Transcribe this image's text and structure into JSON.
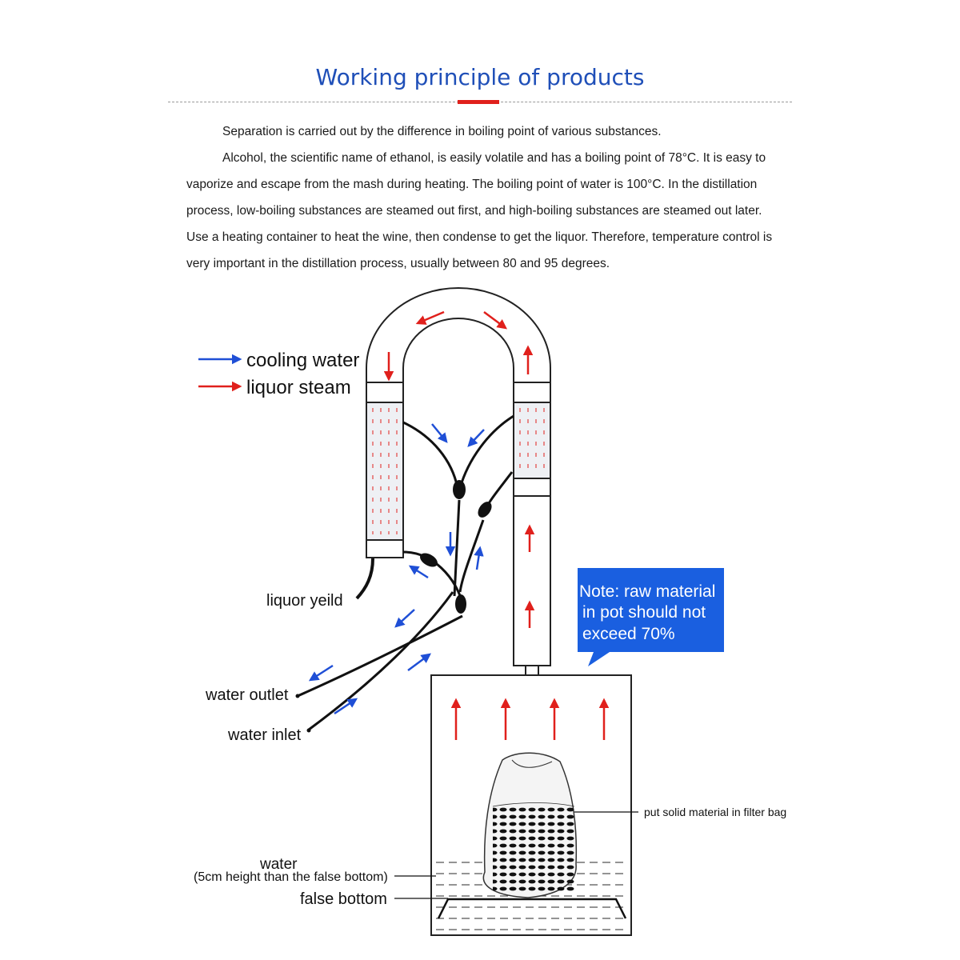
{
  "title": "Working principle of products",
  "paragraphs": [
    "Separation is carried out by the difference in boiling point of various substances.",
    "Alcohol, the scientific name of ethanol, is easily volatile and has a boiling point of 78°C. It is easy to vaporize and escape from the mash during heating. The boiling point of water is 100°C. In the distillation process, low-boiling substances are steamed out first, and high-boiling substances are steamed out later. Use a heating container to heat the wine, then condense to get the liquor. Therefore, temperature control is very important in the distillation process, usually between 80 and 95 degrees."
  ],
  "legend": {
    "cooling_water": "cooling water",
    "liquor_steam": "liquor steam"
  },
  "labels": {
    "liquor_yield": "liquor yeild",
    "water_outlet": "water outlet",
    "water_inlet": "water inlet",
    "water": "water",
    "water_note": "(5cm height than the false bottom)",
    "false_bottom": "false bottom",
    "filter_bag": "put solid material in filter bag"
  },
  "note": {
    "line1": "Note: raw material",
    "line2": "in pot should not",
    "line3": "exceed 70%"
  },
  "colors": {
    "title": "#1f4fb8",
    "cooling_water": "#1f4fd6",
    "liquor_steam": "#e0201c",
    "note_bg": "#1a5fe0",
    "accent": "#e0201c"
  }
}
